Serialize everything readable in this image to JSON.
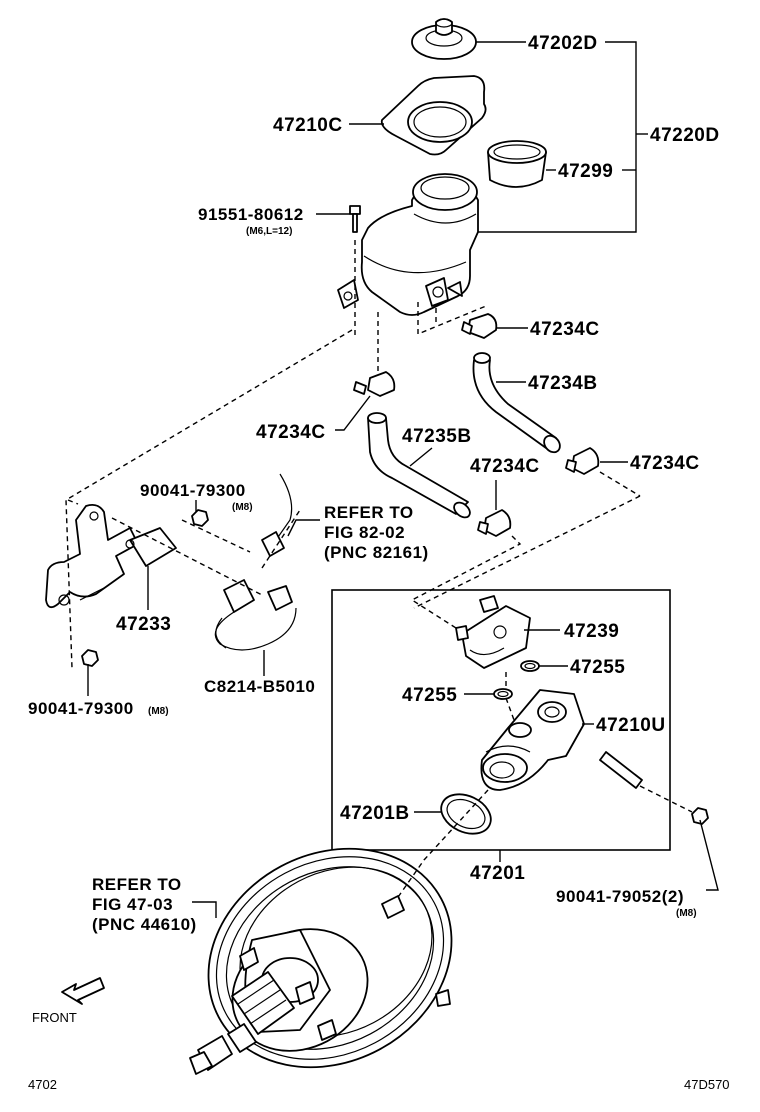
{
  "callouts": {
    "cap": "47202D",
    "gasket": "47210C",
    "reservoir_assy": "47220D",
    "strainer": "47299",
    "screw": "91551-80612",
    "screw_spec": "(M6,L=12)",
    "clip_1": "47234C",
    "hose_b": "47234B",
    "clip_2": "47234C",
    "hose_235b": "47235B",
    "clip_3": "47234C",
    "clip_4": "47234C",
    "nut_top": "90041-79300",
    "nut_top_spec": "(M8)",
    "bracket": "47233",
    "harness": "C8214-B5010",
    "nut_bottom": "90041-79300",
    "nut_bottom_spec": "(M8)",
    "sensor": "47239",
    "oring_1": "47255",
    "oring_2": "47255",
    "master_cyl": "47210U",
    "seal": "47201B",
    "cylinder_assy": "47201",
    "nut_right": "90041-79052(2)",
    "nut_right_spec": "(M8)"
  },
  "references": {
    "ref_82": [
      "REFER TO",
      "FIG 82-02",
      "(PNC 82161)"
    ],
    "ref_47": [
      "REFER TO",
      "FIG 47-03",
      "(PNC 44610)"
    ]
  },
  "front_label": "FRONT",
  "footer": {
    "left_code": "4702",
    "right_code": "47D570"
  }
}
